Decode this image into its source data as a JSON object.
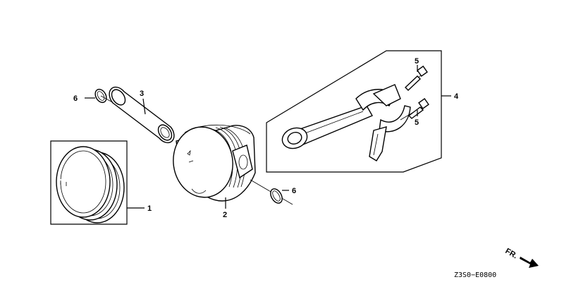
{
  "callouts": {
    "piston_ring_set": "1",
    "piston": "2",
    "piston_pin": "3",
    "connecting_rod_set": "4",
    "rod_bolt_upper": "5",
    "rod_bolt_lower": "5",
    "pin_clip_left": "6",
    "pin_clip_right": "6"
  },
  "direction_label": "FR.",
  "diagram_code": "Z3S0−E0800"
}
